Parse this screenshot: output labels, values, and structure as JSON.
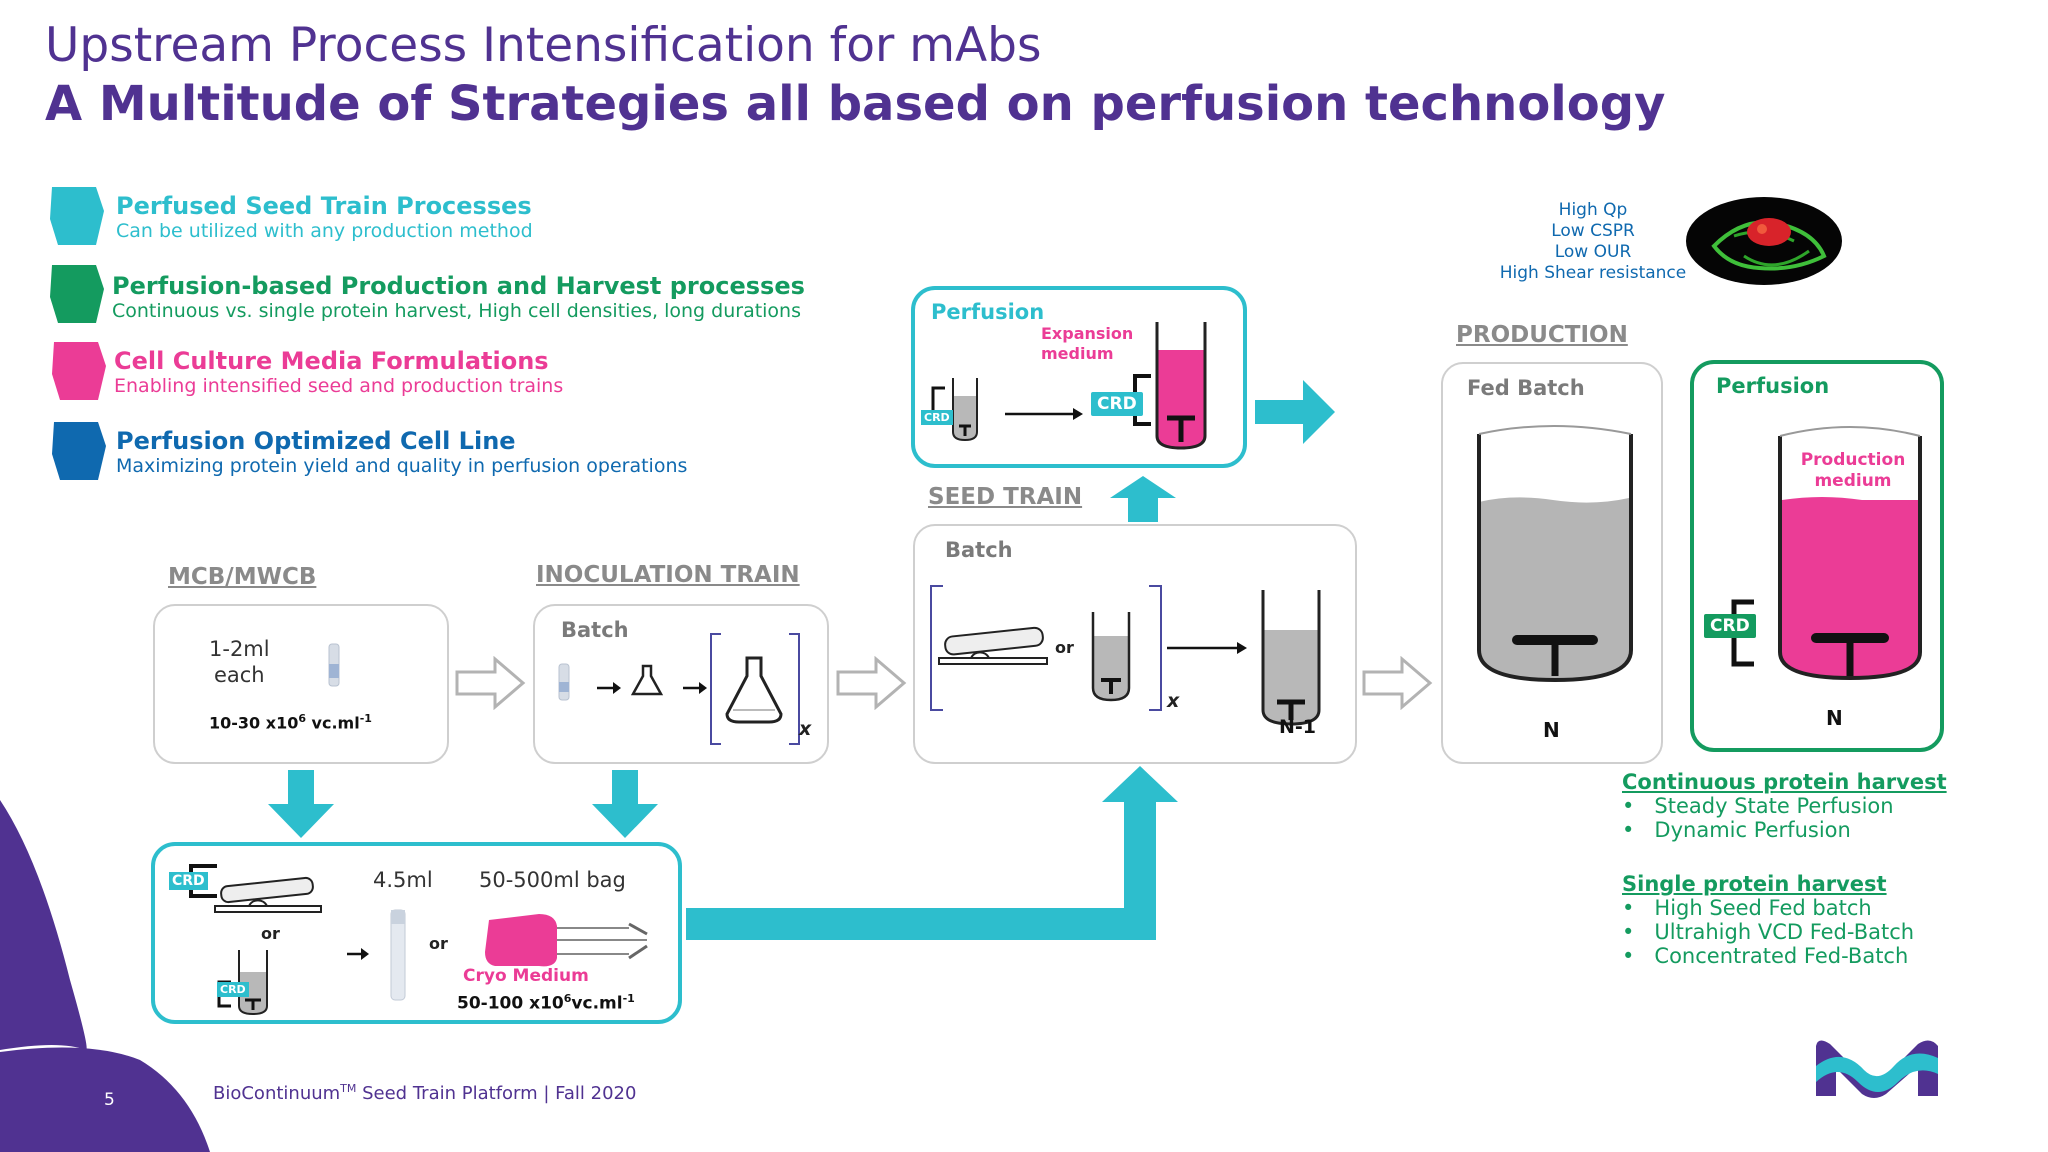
{
  "header": {
    "title": "Upstream Process Intensification for mAbs",
    "subtitle": "A Multitude of Strategies all based on perfusion technology"
  },
  "legend": [
    {
      "title": "Perfused Seed Train Processes",
      "sub": "Can be utilized with any production method",
      "color": "#2dbecd"
    },
    {
      "title": "Perfusion-based Production and Harvest processes",
      "sub": "Continuous vs. single protein harvest, High cell densities, long durations",
      "color": "#149b5f"
    },
    {
      "title": "Cell Culture Media Formulations",
      "sub": "Enabling intensified seed and production trains",
      "color": "#eb3c96"
    },
    {
      "title": "Perfusion Optimized Cell Line",
      "sub": "Maximizing protein yield and quality in perfusion operations",
      "color": "#0f69af"
    }
  ],
  "cell_props": [
    "High Qp",
    "Low CSPR",
    "Low OUR",
    "High Shear resistance"
  ],
  "mcb": {
    "heading": "MCB/MWCB",
    "volume": "1-2ml\neach",
    "density_prefix": "10-30 x10",
    "density_sup": "6",
    "density_unit": " vc.ml",
    "density_unit_sup": "-1"
  },
  "inoculation": {
    "heading": "INOCULATION TRAIN",
    "label": "Batch",
    "multiplier": "x"
  },
  "seed_train": {
    "heading": "SEED TRAIN",
    "label": "Batch",
    "or": "or",
    "multiplier": "x",
    "stage": "N-1"
  },
  "perfusion_top": {
    "label": "Perfusion",
    "medium": "Expansion\nmedium",
    "crd": "CRD"
  },
  "production": {
    "heading": "PRODUCTION",
    "fed_batch": "Fed Batch",
    "stage": "N"
  },
  "perfusion_prod": {
    "label": "Perfusion",
    "medium": "Production\nmedium",
    "crd": "CRD",
    "stage": "N"
  },
  "harvest": {
    "continuous": {
      "heading": "Continuous protein harvest",
      "items": [
        "Steady State Perfusion",
        "Dynamic Perfusion"
      ]
    },
    "single": {
      "heading": "Single protein harvest",
      "items": [
        "High Seed Fed batch",
        "Ultrahigh VCD Fed-Batch",
        "Concentrated Fed-Batch"
      ]
    }
  },
  "cryo": {
    "crd": "CRD",
    "or1": "or",
    "or2": "or",
    "vol1": "4.5ml",
    "vol2": "50-500ml bag",
    "medium": "Cryo Medium",
    "density_prefix": "50-100 x10",
    "density_sup": "6",
    "density_unit": "vc.ml",
    "density_unit_sup": "-1"
  },
  "footer": {
    "page": "5",
    "brand": "BioContinuum",
    "tm": "TM",
    "text": " Seed Train Platform | Fall 2020"
  },
  "colors": {
    "purple": "#503291",
    "cyan": "#2dbecd",
    "green": "#149b5f",
    "pink": "#eb3c96",
    "blue": "#0f69af",
    "gray": "#b3b3b3"
  },
  "icons": [
    "vial-icon",
    "flask-icon",
    "rocking-bag-icon",
    "bioreactor-icon",
    "cell-image",
    "company-logo"
  ]
}
